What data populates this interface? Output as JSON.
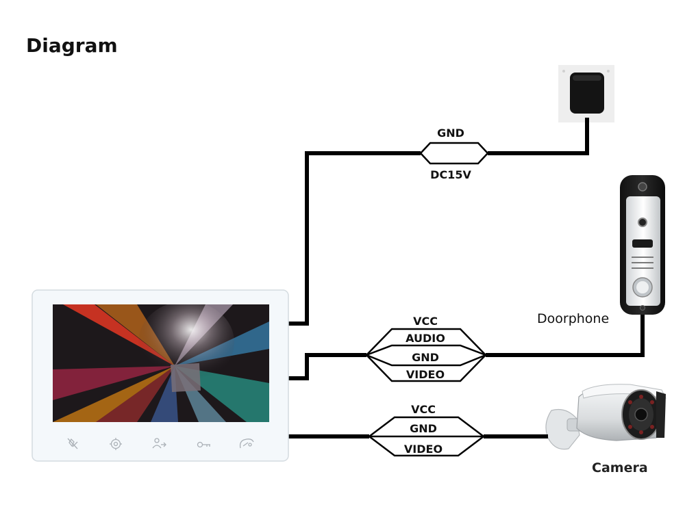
{
  "title": "Diagram",
  "power": {
    "labels": [
      "GND",
      "DC15V"
    ]
  },
  "doorphone": {
    "label": "Doorphone",
    "wires": [
      "VCC",
      "AUDIO",
      "GND",
      "VIDEO"
    ]
  },
  "camera": {
    "label": "Camera",
    "wires": [
      "VCC",
      "GND",
      "VIDEO"
    ]
  },
  "monitor": {
    "buttons": [
      "mute-icon",
      "settings-icon",
      "intercom-icon",
      "unlock-icon",
      "hangup-icon"
    ]
  },
  "colors": {
    "wire": "#000000",
    "background": "#ffffff",
    "monitor_frame": "#f4f8fb"
  }
}
